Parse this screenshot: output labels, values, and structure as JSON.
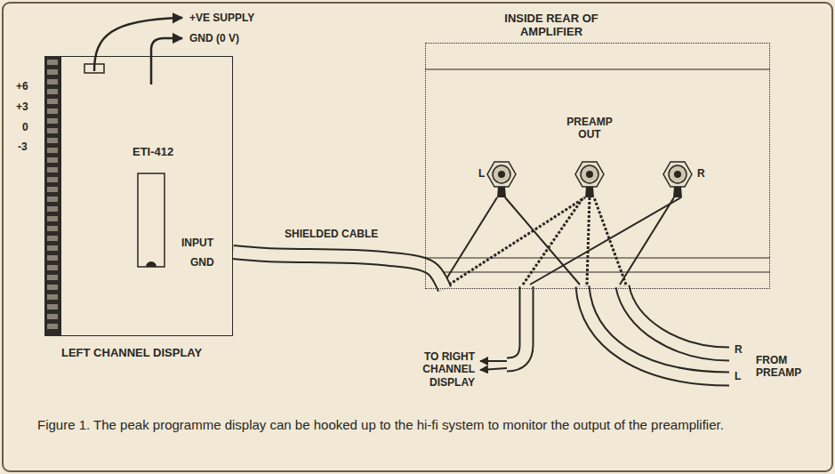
{
  "diagram": {
    "caption": "Figure 1. The peak programme display can be hooked up to the hi-fi system to monitor the output of the preamplifier.",
    "nodes": [
      {
        "text": [
          "ETI-412",
          "LEFT CHANNEL DISPLAY"
        ]
      },
      {
        "text": [
          "INSIDE REAR OF AMPLIFIER"
        ]
      }
    ],
    "edges": [
      {
        "from": 0,
        "to": 1,
        "arrow": "none",
        "label": "SHIELDED CABLE"
      }
    ],
    "labels": [
      "+VE SUPPLY",
      "GND (0 V)",
      "+6",
      "+3",
      "0",
      "-3",
      "INPUT",
      "GND",
      "PREAMP OUT",
      "L",
      "R",
      "R",
      "L",
      "FROM PREAMP",
      "TO RIGHT CHANNEL DISPLAY"
    ]
  }
}
